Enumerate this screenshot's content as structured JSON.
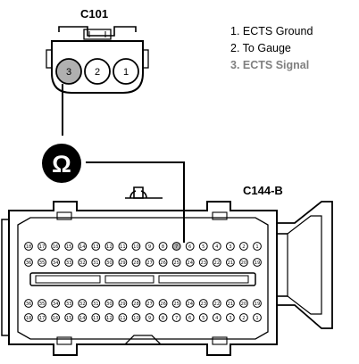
{
  "connector_c101": {
    "label": "C101",
    "pins": [
      "3",
      "2",
      "1"
    ],
    "probed_pin": "3"
  },
  "legend": [
    {
      "text": "1. ECTS Ground",
      "highlighted": false
    },
    {
      "text": "2. To Gauge",
      "highlighted": false
    },
    {
      "text": "3. ECTS Signal",
      "highlighted": true
    }
  ],
  "meter": {
    "symbol": "Ω",
    "icon": "ohmmeter-icon"
  },
  "connector_c144b": {
    "label": "C144-B",
    "probed_pin": "7",
    "top_row": [
      "36",
      "35",
      "34",
      "33",
      "32",
      "31",
      "30",
      "29",
      "28",
      "27",
      "26",
      "25",
      "24",
      "23",
      "22",
      "21",
      "20",
      "19",
      "18",
      "17",
      "16",
      "15",
      "14",
      "13",
      "12",
      "11",
      "10",
      "9",
      "8",
      "7",
      "6",
      "5",
      "4",
      "3",
      "2",
      "1"
    ],
    "top_row_drawn": [
      "36",
      "35",
      "34",
      "33",
      "32",
      "31",
      "30",
      "29",
      "28",
      "27",
      "26",
      "25",
      "24",
      "23",
      "22",
      "21",
      "20",
      "19",
      "18",
      "17",
      "16",
      "15",
      "14",
      "13",
      "12",
      "11",
      "10",
      "9",
      "8",
      "7",
      "6",
      "5",
      "4",
      "3",
      "2",
      "1"
    ],
    "bottom_row_a": [
      "36",
      "35",
      "34",
      "33",
      "32",
      "31",
      "30",
      "29",
      "28",
      "27",
      "26",
      "25",
      "24",
      "23",
      "22",
      "21",
      "20",
      "19"
    ],
    "bottom_row_b": [
      "18",
      "17",
      "16",
      "15",
      "14",
      "13",
      "12",
      "11",
      "10",
      "9",
      "8",
      "7",
      "6",
      "5",
      "4",
      "3",
      "2",
      "1"
    ]
  },
  "colors": {
    "probed_pin_fill": "#b0b0b0",
    "line": "#000000",
    "highlight_text": "#808080"
  }
}
